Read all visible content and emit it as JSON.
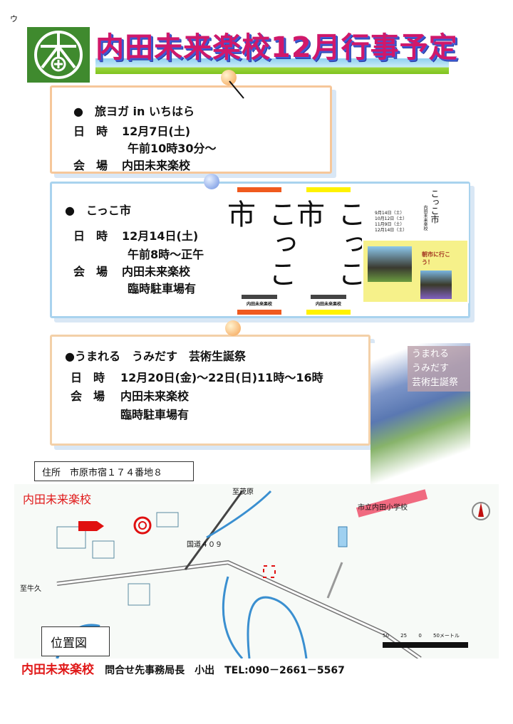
{
  "corner_mark": "ウ",
  "logo": {
    "name": "emblem-logo",
    "color": "#3f8a2e"
  },
  "title": "内田未来楽校12月行事予定",
  "events": [
    {
      "name": "●　旅ヨガ in いちはら",
      "date_label": "日　時",
      "date": "12月7日(土)",
      "time": "午前10時30分～",
      "venue_label": "会　場",
      "venue": "内田未来楽校"
    },
    {
      "name": "●　こっこ市",
      "date_label": "日　時",
      "date": "12月14日(土)",
      "time": "午前8時～正午",
      "venue_label": "会　場",
      "venue": "内田未来楽校",
      "note": "臨時駐車場有",
      "banner_text": "こっこ市",
      "banner_name": "内田未来楽校",
      "banner_colors": [
        "#f05a1e",
        "#fff200"
      ],
      "poster": {
        "title": "こっこ市",
        "sub": "内田未来楽校",
        "dates": [
          "9月14日（土）",
          "10月12日（土）",
          "11月9日（土）",
          "12月14日（土）"
        ],
        "catch": "朝市に行こう！"
      }
    },
    {
      "name": "●うまれる　うみだす　芸術生誕祭",
      "date_label": "日　時",
      "date": "12月20日(金)～22日(日)11時～16時",
      "venue_label": "会　場",
      "venue": "内田未来楽校",
      "note": "臨時駐車場有",
      "poster": {
        "lines": [
          "うまれる",
          "うみだす",
          "芸術生誕祭"
        ]
      }
    }
  ],
  "address": "住所　市原市宿１７４番地８",
  "map": {
    "school_label": "内田未来楽校",
    "to_north": "至茂原",
    "to_west": "至牛久",
    "route": "国道４０９",
    "elementary": "市立内田小学校",
    "caption": "位置図",
    "scale": [
      "50",
      "25",
      "0",
      "50メートル"
    ]
  },
  "footer": {
    "school": "内田未来楽校",
    "contact": "問合せ先事務局長　小出　TEL:090－2661－5567"
  }
}
